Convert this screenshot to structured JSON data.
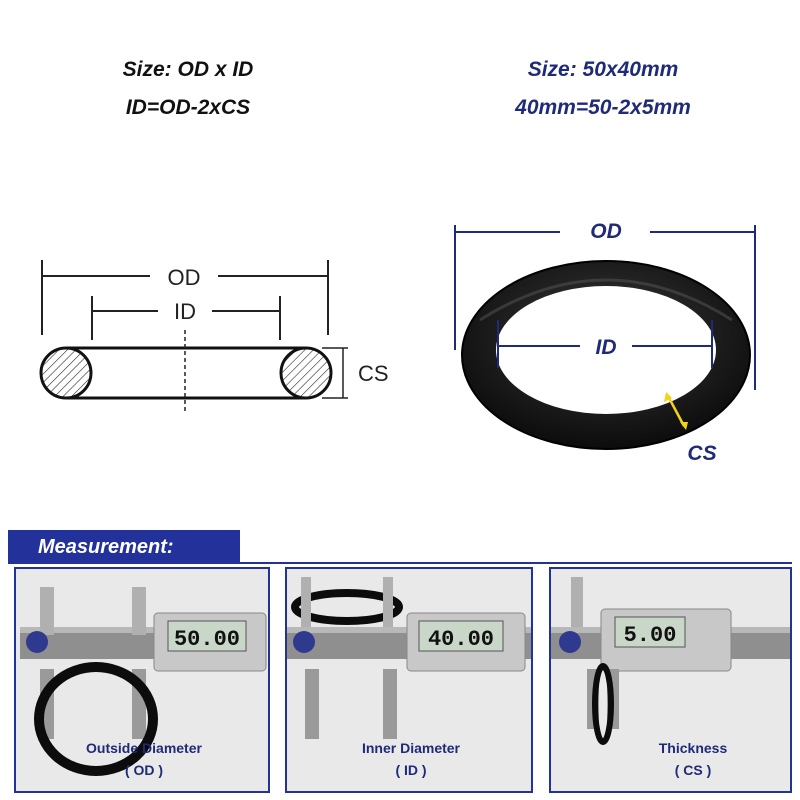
{
  "header": {
    "left_line1": "Size: OD x ID",
    "left_line2": "ID=OD-2xCS",
    "right_line1": "Size: 50x40mm",
    "right_line2": "40mm=50-2x5mm"
  },
  "diagram": {
    "od_label": "OD",
    "id_label": "ID",
    "cs_label": "CS"
  },
  "photo": {
    "od_label": "OD",
    "id_label": "ID",
    "cs_label": "CS"
  },
  "measurement": {
    "title": "Measurement:",
    "items": [
      {
        "reading": "50.00",
        "caption": "Outside Diameter",
        "abbr": "( OD )"
      },
      {
        "reading": "40.00",
        "caption": "Inner Diameter",
        "abbr": "( ID )"
      },
      {
        "reading": "5.00",
        "caption": "Thickness",
        "abbr": "( CS )"
      }
    ]
  },
  "colors": {
    "accent_blue": "#23329a",
    "text_blue": "#1f2a78",
    "cs_arrow": "#f2d21b"
  }
}
